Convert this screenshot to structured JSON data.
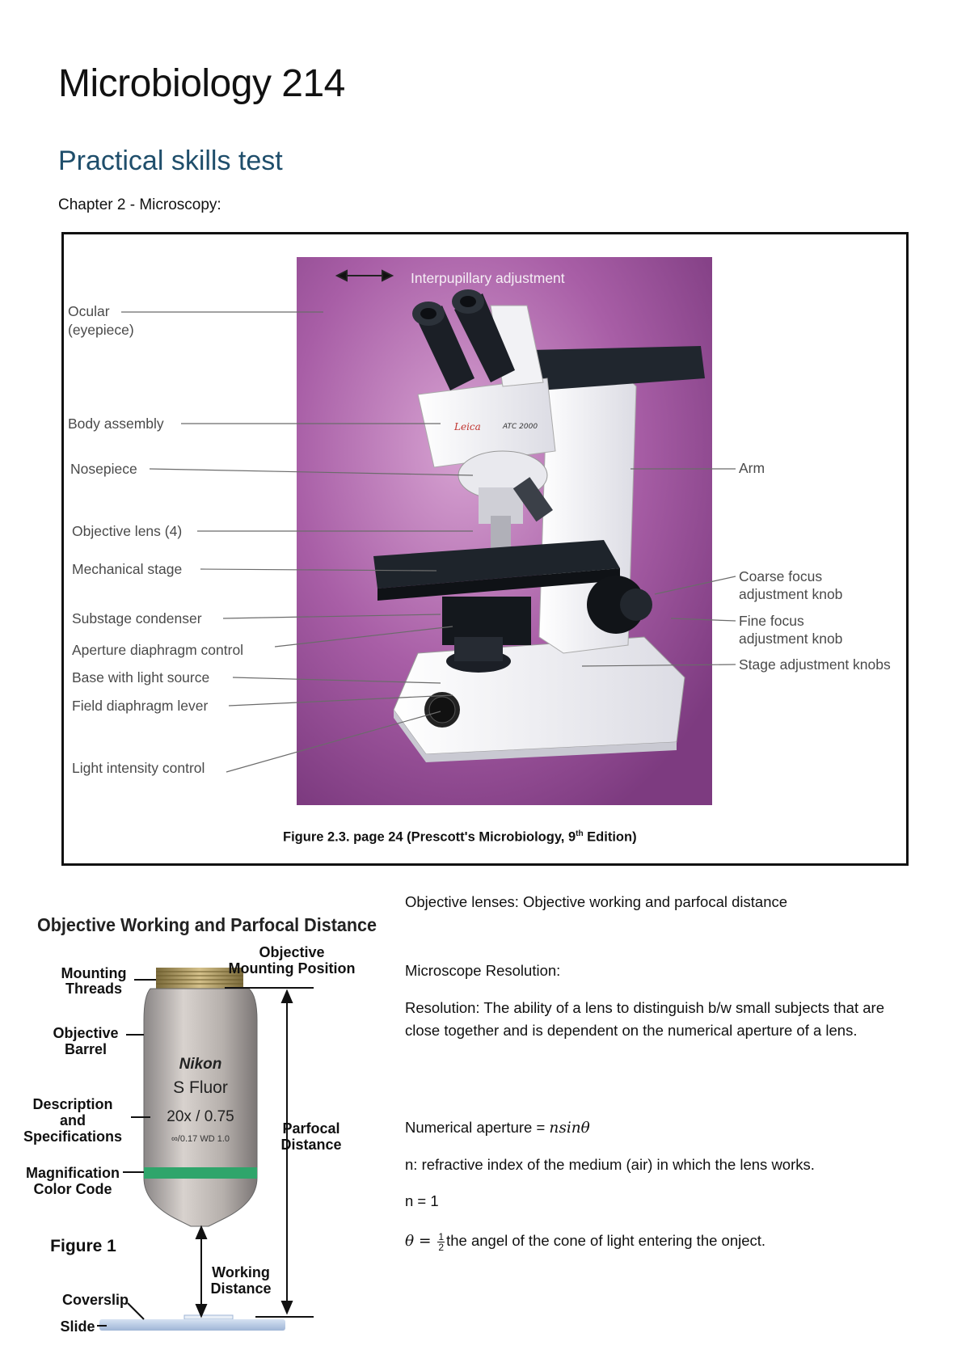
{
  "header": {
    "title": "Microbiology 214",
    "subtitle": "Practical skills test",
    "chapter": "Chapter 2 - Microscopy:"
  },
  "figure1": {
    "labels": {
      "interpupillary": "Interpupillary adjustment",
      "ocular": "Ocular",
      "ocular_sub": "(eyepiece)",
      "body": "Body assembly",
      "nosepiece": "Nosepiece",
      "objective": "Objective lens (4)",
      "stage": "Mechanical stage",
      "condenser": "Substage condenser",
      "aperture": "Aperture diaphragm control",
      "base": "Base with light source",
      "field": "Field diaphragm lever",
      "light": "Light intensity control",
      "arm": "Arm",
      "coarse1": "Coarse focus",
      "coarse2": "adjustment knob",
      "fine1": "Fine focus",
      "fine2": "adjustment knob",
      "stage_knobs": "Stage adjustment knobs",
      "brand": "Leica",
      "model": "ATC 2000"
    },
    "caption": "Figure 2.3. page 24 (Prescott's Microbiology, 9",
    "caption_sup": "th",
    "caption_end": " Edition)"
  },
  "figure2": {
    "heading": "Objective Working and Parfocal Distance",
    "mounting_threads_1": "Mounting",
    "mounting_threads_2": "Threads",
    "mounting_position_1": "Objective",
    "mounting_position_2": "Mounting Position",
    "barrel_1": "Objective",
    "barrel_2": "Barrel",
    "desc_1": "Description",
    "desc_2": "and",
    "desc_3": "Specifications",
    "mag_1": "Magnification",
    "mag_2": "Color Code",
    "parfocal_1": "Parfocal",
    "parfocal_2": "Distance",
    "figure_label": "Figure 1",
    "working_1": "Working",
    "working_2": "Distance",
    "coverslip": "Coverslip",
    "slide": "Slide",
    "lens_brand": "Nikon",
    "lens_type": "S Fluor",
    "lens_mag": "20x / 0.75",
    "lens_spec": "∞/0.17 WD 1.0"
  },
  "notes": {
    "objective_lenses": "Objective lenses: Objective working and parfocal distance",
    "resolution_heading": "Microscope Resolution:",
    "resolution_def": "Resolution: The ability of a lens to distinguish b/w small subjects that are close together and is dependent on the numerical aperture of a lens.",
    "na_label": "Numerical aperture = ",
    "na_formula": "nsinθ",
    "n_def": "n: refractive index of the medium (air) in which the lens works.",
    "n_value": "n = 1",
    "theta_symbol": "θ = ",
    "frac_num": "1",
    "frac_den": "2",
    "theta_def": "the angel of the cone of light entering the onject."
  }
}
